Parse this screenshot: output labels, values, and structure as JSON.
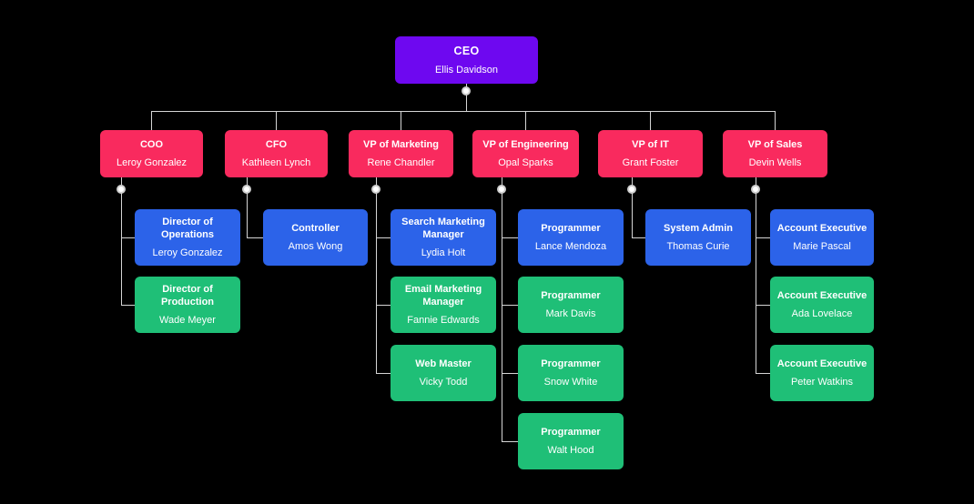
{
  "background": "#000000",
  "palette": {
    "purple": "#6e08f0",
    "red": "#f92a5e",
    "blue": "#2c63e9",
    "green": "#1fbf77",
    "connector": "#d5d5d5"
  },
  "chart": {
    "type": "org-chart",
    "nodes": [
      {
        "id": "ceo",
        "title": "CEO",
        "name": "Ellis Davidson",
        "color": "purple"
      },
      {
        "id": "coo",
        "title": "COO",
        "name": "Leroy Gonzalez",
        "color": "red"
      },
      {
        "id": "cfo",
        "title": "CFO",
        "name": "Kathleen Lynch",
        "color": "red"
      },
      {
        "id": "vp-marketing",
        "title": "VP of Marketing",
        "name": "Rene Chandler",
        "color": "red"
      },
      {
        "id": "vp-engineering",
        "title": "VP of Engineering",
        "name": "Opal Sparks",
        "color": "red"
      },
      {
        "id": "vp-it",
        "title": "VP of IT",
        "name": "Grant Foster",
        "color": "red"
      },
      {
        "id": "vp-sales",
        "title": "VP of Sales",
        "name": "Devin Wells",
        "color": "red"
      },
      {
        "id": "director-of-operations",
        "title": "Director of Operations",
        "name": "Leroy Gonzalez",
        "color": "blue"
      },
      {
        "id": "director-of-production",
        "title": "Director of Production",
        "name": "Wade Meyer",
        "color": "green"
      },
      {
        "id": "controller",
        "title": "Controller",
        "name": "Amos Wong",
        "color": "blue"
      },
      {
        "id": "search-marketing-manager",
        "title": "Search Marketing Manager",
        "name": "Lydia Holt",
        "color": "blue"
      },
      {
        "id": "email-marketing-manager",
        "title": "Email Marketing Manager",
        "name": "Fannie Edwards",
        "color": "green"
      },
      {
        "id": "web-master",
        "title": "Web Master",
        "name": "Vicky Todd",
        "color": "green"
      },
      {
        "id": "programmer-lance",
        "title": "Programmer",
        "name": "Lance Mendoza",
        "color": "blue"
      },
      {
        "id": "programmer-mark",
        "title": "Programmer",
        "name": "Mark Davis",
        "color": "green"
      },
      {
        "id": "programmer-snow",
        "title": "Programmer",
        "name": "Snow White",
        "color": "green"
      },
      {
        "id": "programmer-walt",
        "title": "Programmer",
        "name": "Walt Hood",
        "color": "green"
      },
      {
        "id": "system-admin",
        "title": "System Admin",
        "name": "Thomas Curie",
        "color": "blue"
      },
      {
        "id": "account-executive-marie",
        "title": "Account Executive",
        "name": "Marie Pascal",
        "color": "blue"
      },
      {
        "id": "account-executive-ada",
        "title": "Account Executive",
        "name": "Ada Lovelace",
        "color": "green"
      },
      {
        "id": "account-executive-peter",
        "title": "Account Executive",
        "name": "Peter Watkins",
        "color": "green"
      }
    ],
    "edges": [
      {
        "from": "ceo",
        "to": "coo"
      },
      {
        "from": "ceo",
        "to": "cfo"
      },
      {
        "from": "ceo",
        "to": "vp-marketing"
      },
      {
        "from": "ceo",
        "to": "vp-engineering"
      },
      {
        "from": "ceo",
        "to": "vp-it"
      },
      {
        "from": "ceo",
        "to": "vp-sales"
      },
      {
        "from": "coo",
        "to": "director-of-operations"
      },
      {
        "from": "coo",
        "to": "director-of-production"
      },
      {
        "from": "cfo",
        "to": "controller"
      },
      {
        "from": "vp-marketing",
        "to": "search-marketing-manager"
      },
      {
        "from": "vp-marketing",
        "to": "email-marketing-manager"
      },
      {
        "from": "vp-marketing",
        "to": "web-master"
      },
      {
        "from": "vp-engineering",
        "to": "programmer-lance"
      },
      {
        "from": "vp-engineering",
        "to": "programmer-mark"
      },
      {
        "from": "vp-engineering",
        "to": "programmer-snow"
      },
      {
        "from": "vp-engineering",
        "to": "programmer-walt"
      },
      {
        "from": "vp-it",
        "to": "system-admin"
      },
      {
        "from": "vp-sales",
        "to": "account-executive-marie"
      },
      {
        "from": "vp-sales",
        "to": "account-executive-ada"
      },
      {
        "from": "vp-sales",
        "to": "account-executive-peter"
      }
    ]
  }
}
